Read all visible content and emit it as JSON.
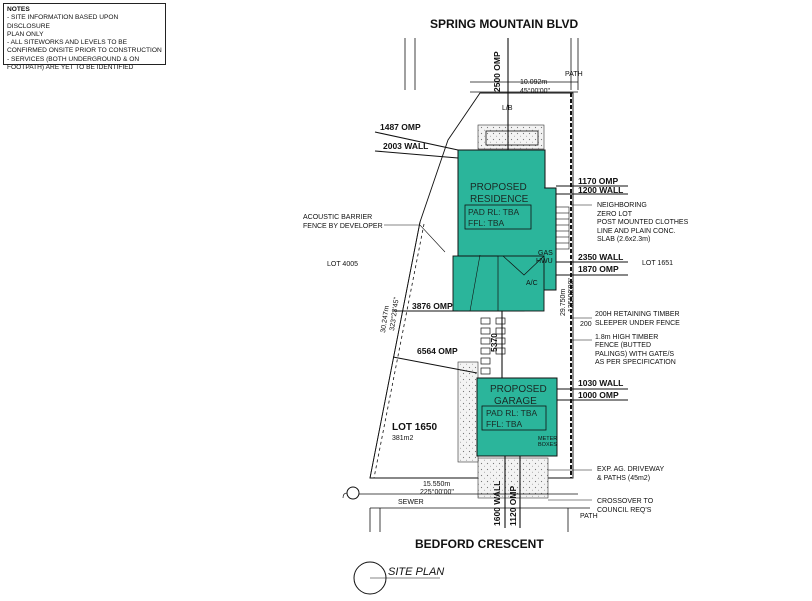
{
  "notes": {
    "heading": "NOTES",
    "lines": [
      "- SITE INFORMATION BASED UPON DISCLOSURE",
      "PLAN ONLY",
      "- ALL SITEWORKS AND LEVELS TO BE",
      "CONFIRMED ONSITE PRIOR TO CONSTRUCTION",
      "- SERVICES (BOTH UNDERGROUND & ON",
      "FOOTPATH) ARE YET TO BE IDENTIFIED"
    ]
  },
  "streets": {
    "north": "SPRING MOUNTAIN BLVD",
    "south": "BEDFORD CRESCENT"
  },
  "title": "SITE PLAN",
  "colors": {
    "building": "#2bb59b",
    "line": "#111111"
  },
  "residence": {
    "name_1": "PROPOSED",
    "name_2": "RESIDENCE",
    "pad": "PAD RL: TBA",
    "ffl": "FFL: TBA",
    "gas": "GAS",
    "hwu": "HWU",
    "ac": "A/C"
  },
  "garage": {
    "name_1": "PROPOSED",
    "name_2": "GARAGE",
    "pad": "PAD RL: TBA",
    "ffl": "FFL: TBA",
    "meter": "METER",
    "boxes": "BOXES"
  },
  "lots": {
    "lot_4005": "LOT 4005",
    "lot_1651": "LOT 1651",
    "lot_1650": "LOT 1650",
    "area": "381m2"
  },
  "dimensions": {
    "top_vertical": "2500 OMP",
    "top_length": "10.092m",
    "top_bearing": "45°00'00\"",
    "path": "PATH",
    "lb": "L/B",
    "left_length": "30.247m",
    "left_bearing": "323°23'45\"",
    "right_length": "29.750m",
    "right_bearing": "135°00'00\"",
    "mid_vertical": "5370",
    "bottom_length": "15.550m",
    "bottom_bearing": "225°00'00\"",
    "sewer": "SEWER",
    "bottom_left_vertical": "1600 WALL",
    "bottom_right_vertical": "1120 OMP",
    "fence_200": "200"
  },
  "left_labels": {
    "omp_1487": "1487 OMP",
    "wall_2003": "2003 WALL",
    "acoustic_1": "ACOUSTIC BARRIER",
    "acoustic_2": "FENCE BY DEVELOPER",
    "omp_3876": "3876 OMP",
    "omp_6564": "6564 OMP"
  },
  "right_labels": {
    "omp_1170": "1170 OMP",
    "wall_1200": "1200 WALL",
    "neighbor": [
      "NEIGHBORING",
      "ZERO LOT",
      "POST MOUNTED CLOTHES",
      "LINE AND PLAIN CONC.",
      "SLAB (2.6x2.3m)"
    ],
    "wall_2350": "2350 WALL",
    "omp_1870": "1870 OMP",
    "retaining": [
      "200H RETAINING TIMBER",
      "SLEEPER UNDER FENCE"
    ],
    "fence": [
      "1.8m HIGH TIMBER",
      "FENCE (BUTTED",
      "PALINGS) WITH GATE/S",
      "AS PER SPECIFICATION"
    ],
    "wall_1030": "1030 WALL",
    "omp_1000": "1000 OMP",
    "driveway": [
      "EXP. AG. DRIVEWAY",
      "& PATHS (45m2)"
    ],
    "crossover": [
      "CROSSOVER TO",
      "COUNCIL REQ'S"
    ]
  }
}
